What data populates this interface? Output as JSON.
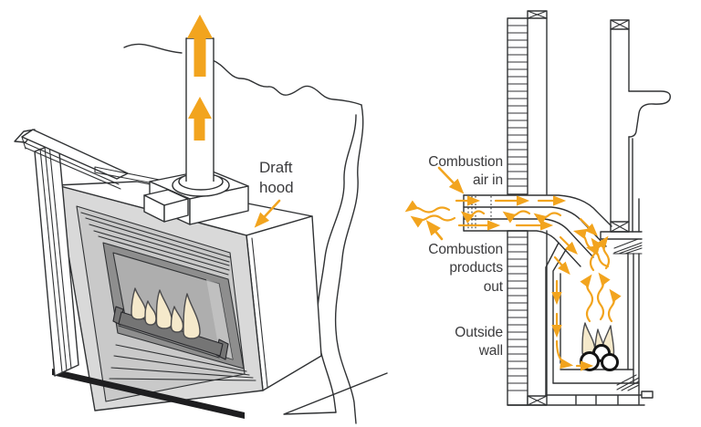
{
  "figure": {
    "left_diagram": {
      "description_labels": {
        "draft_hood": "Draft\nhood"
      }
    },
    "right_diagram": {
      "description_labels": {
        "combustion_air_in": "Combustion\nair in",
        "combustion_products_out": "Combustion\nproducts\nout",
        "outside_wall": "Outside\nwall"
      }
    },
    "colors": {
      "accent_orange": "#F2A41E",
      "line_dark": "#303234",
      "label_text": "#3B3B3D",
      "flame_cream": "#F5E9CB",
      "surround_gray": "#D9D9D9",
      "bevel_gray": "#C9C9C9",
      "firebox_gray": "#AEAEAE",
      "frame_dark_gray": "#8E8E8E",
      "grate_gray": "#757575",
      "shadow_dark": "#1E1E20",
      "paper_white": "#FFFFFF"
    }
  }
}
